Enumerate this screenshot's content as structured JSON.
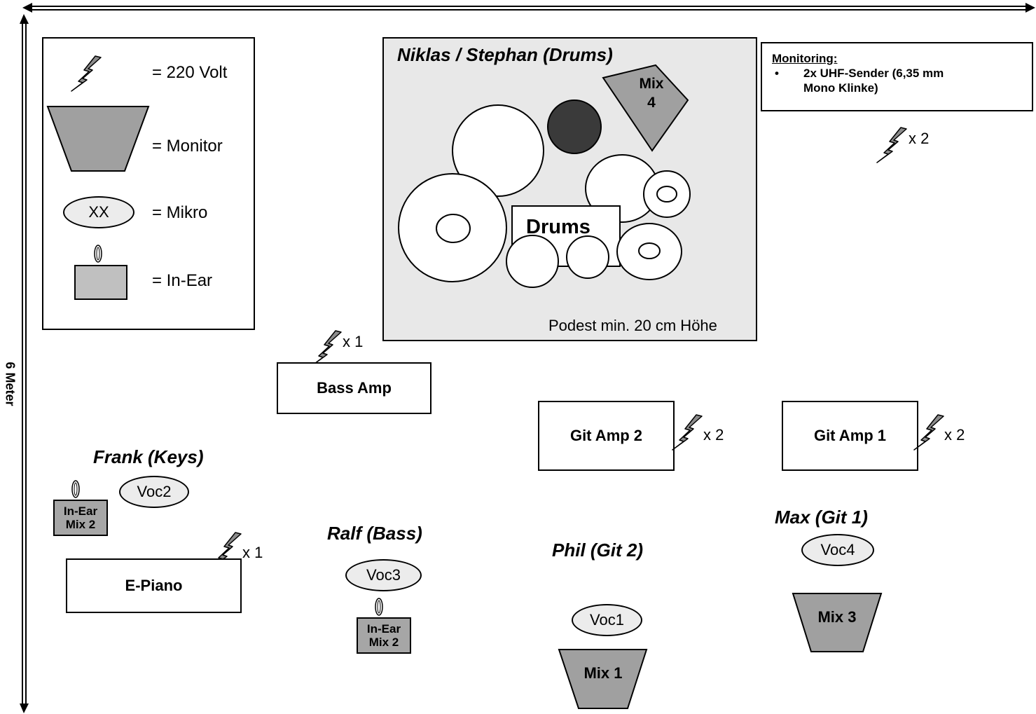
{
  "dimension": {
    "vertical_label": "6 Meter"
  },
  "legend": {
    "power": "= 220 Volt",
    "monitor": "= Monitor",
    "mic_sample": "XX",
    "mic": "= Mikro",
    "inear": "= In-Ear"
  },
  "drums": {
    "title": "Niklas / Stephan (Drums)",
    "label": "Drums",
    "podium": "Podest min. 20 cm Höhe",
    "monitor_line1": "Mix",
    "monitor_line2": "4"
  },
  "monitoring": {
    "title": "Monitoring:",
    "item_line1": "2x UHF-Sender (6,35 mm",
    "item_line2": "Mono Klinke)",
    "power_count": "x 2"
  },
  "bass_amp": {
    "label": "Bass Amp",
    "power_count": "x 1"
  },
  "git_amp2": {
    "label": "Git Amp 2",
    "power_count": "x 2"
  },
  "git_amp1": {
    "label": "Git Amp 1",
    "power_count": "x 2"
  },
  "frank": {
    "name": "Frank (Keys)",
    "mic": "Voc2",
    "inear_line1": "In-Ear",
    "inear_line2": "Mix 2",
    "instrument": "E-Piano",
    "power_count": "x 1"
  },
  "ralf": {
    "name": "Ralf (Bass)",
    "mic": "Voc3",
    "inear_line1": "In-Ear",
    "inear_line2": "Mix 2"
  },
  "phil": {
    "name": "Phil (Git 2)",
    "mic": "Voc1",
    "monitor": "Mix 1"
  },
  "max": {
    "name": "Max (Git 1)",
    "mic": "Voc4",
    "monitor": "Mix 3"
  },
  "colors": {
    "monitor": "#a0a0a0",
    "inear": "#a6a6a6",
    "podium": "#e8e8e8",
    "mic": "#ececec",
    "kick": "#3a3a3a"
  }
}
